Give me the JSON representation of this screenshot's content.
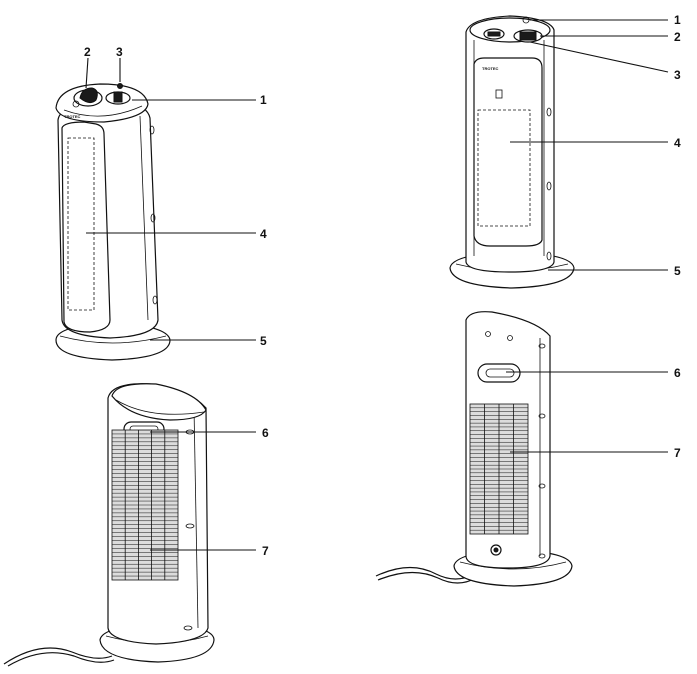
{
  "figure": {
    "views": [
      {
        "id": "front-view",
        "callouts": [
          {
            "num": "2"
          },
          {
            "num": "3"
          },
          {
            "num": "1"
          },
          {
            "num": "4"
          },
          {
            "num": "5"
          }
        ],
        "logo_text": "TROTEC"
      },
      {
        "id": "back-view",
        "callouts": [
          {
            "num": "6"
          },
          {
            "num": "7"
          }
        ]
      },
      {
        "id": "front-view-alt",
        "callouts": [
          {
            "num": "1"
          },
          {
            "num": "2"
          },
          {
            "num": "3"
          },
          {
            "num": "4"
          },
          {
            "num": "5"
          }
        ],
        "logo_text": "TROTEC"
      },
      {
        "id": "back-view-alt",
        "callouts": [
          {
            "num": "6"
          },
          {
            "num": "7"
          }
        ]
      }
    ]
  }
}
